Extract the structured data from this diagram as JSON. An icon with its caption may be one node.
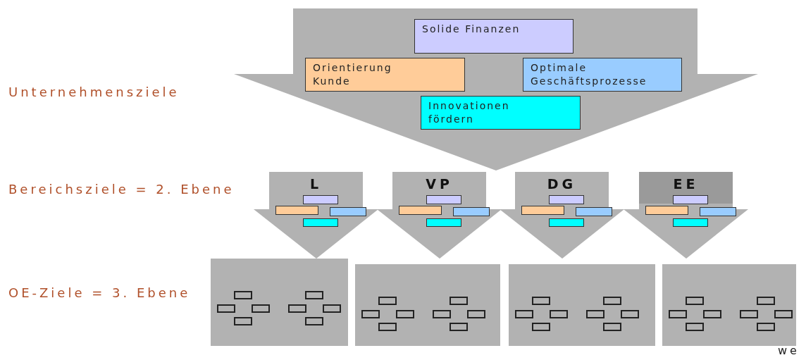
{
  "diagram": {
    "nodes": [
      {
        "text": [],
        "shape": "arrow"
      },
      {
        "text": [
          "Solide Finanzen"
        ],
        "in": 0
      },
      {
        "text": [
          "Orientierung Kunde"
        ],
        "in": 0
      },
      {
        "text": [
          "Optimale Geschäftsprozesse"
        ],
        "in": 0
      },
      {
        "text": [
          "Innovationen fördern"
        ],
        "in": 0
      },
      {
        "text": [
          "L"
        ]
      },
      {
        "text": [],
        "shape": "box",
        "in": 5
      },
      {
        "text": [],
        "shape": "box",
        "in": 5
      },
      {
        "text": [],
        "shape": "box",
        "in": 5
      },
      {
        "text": [],
        "shape": "box",
        "in": 5
      },
      {
        "text": [
          "VP"
        ]
      },
      {
        "text": [],
        "shape": "box",
        "in": 10
      },
      {
        "text": [],
        "shape": "box",
        "in": 10
      },
      {
        "text": [],
        "shape": "box",
        "in": 10
      },
      {
        "text": [],
        "shape": "box",
        "in": 10
      },
      {
        "text": [
          "DG"
        ]
      },
      {
        "text": [],
        "shape": "box",
        "in": 15
      },
      {
        "text": [],
        "shape": "box",
        "in": 15
      },
      {
        "text": [],
        "shape": "box",
        "in": 15
      },
      {
        "text": [],
        "shape": "box",
        "in": 15
      },
      {
        "text": [
          "EE"
        ]
      },
      {
        "text": [],
        "shape": "box",
        "in": 20
      },
      {
        "text": [],
        "shape": "box",
        "in": 20
      },
      {
        "text": [],
        "shape": "box",
        "in": 20
      },
      {
        "text": [],
        "shape": "box",
        "in": 20
      },
      {
        "text": [],
        "shape": "box"
      },
      {
        "text": [],
        "shape": "box",
        "in": 25
      },
      {
        "text": [],
        "shape": "box",
        "in": 25
      },
      {
        "text": [],
        "shape": "box",
        "in": 25
      },
      {
        "text": [],
        "shape": "box",
        "in": 25
      },
      {
        "text": [],
        "shape": "box",
        "in": 25
      },
      {
        "text": [],
        "shape": "box",
        "in": 25
      },
      {
        "text": [],
        "shape": "box",
        "in": 25
      },
      {
        "text": [],
        "shape": "box",
        "in": 25
      },
      {
        "text": [],
        "shape": "box"
      },
      {
        "text": [],
        "shape": "box",
        "in": 34
      },
      {
        "text": [],
        "shape": "box",
        "in": 34
      },
      {
        "text": [],
        "shape": "box",
        "in": 34
      },
      {
        "text": [],
        "shape": "box",
        "in": 34
      },
      {
        "text": [],
        "shape": "box",
        "in": 34
      },
      {
        "text": [],
        "shape": "box",
        "in": 34
      },
      {
        "text": [],
        "shape": "box",
        "in": 34
      },
      {
        "text": [],
        "shape": "box",
        "in": 34
      },
      {
        "text": [],
        "shape": "box"
      },
      {
        "text": [],
        "shape": "box",
        "in": 43
      },
      {
        "text": [],
        "shape": "box",
        "in": 43
      },
      {
        "text": [],
        "shape": "box",
        "in": 43
      },
      {
        "text": [],
        "shape": "box",
        "in": 43
      },
      {
        "text": [],
        "shape": "box",
        "in": 43
      },
      {
        "text": [],
        "shape": "box",
        "in": 43
      },
      {
        "text": [],
        "shape": "box",
        "in": 43
      },
      {
        "text": [],
        "shape": "box",
        "in": 43
      },
      {
        "text": [],
        "shape": "box"
      },
      {
        "text": [],
        "shape": "box",
        "in": 52
      },
      {
        "text": [],
        "shape": "box",
        "in": 52
      },
      {
        "text": [],
        "shape": "box",
        "in": 52
      },
      {
        "text": [],
        "shape": "box",
        "in": 52
      },
      {
        "text": [],
        "shape": "box",
        "in": 52
      },
      {
        "text": [],
        "shape": "box",
        "in": 52
      },
      {
        "text": [],
        "shape": "box",
        "in": 52
      },
      {
        "text": [],
        "shape": "box",
        "in": 52
      }
    ],
    "labels": [
      "Unternehmensziele",
      "Bereichsziele = 2. Ebene",
      "OE-Ziele = 3. Ebene",
      "we"
    ]
  }
}
